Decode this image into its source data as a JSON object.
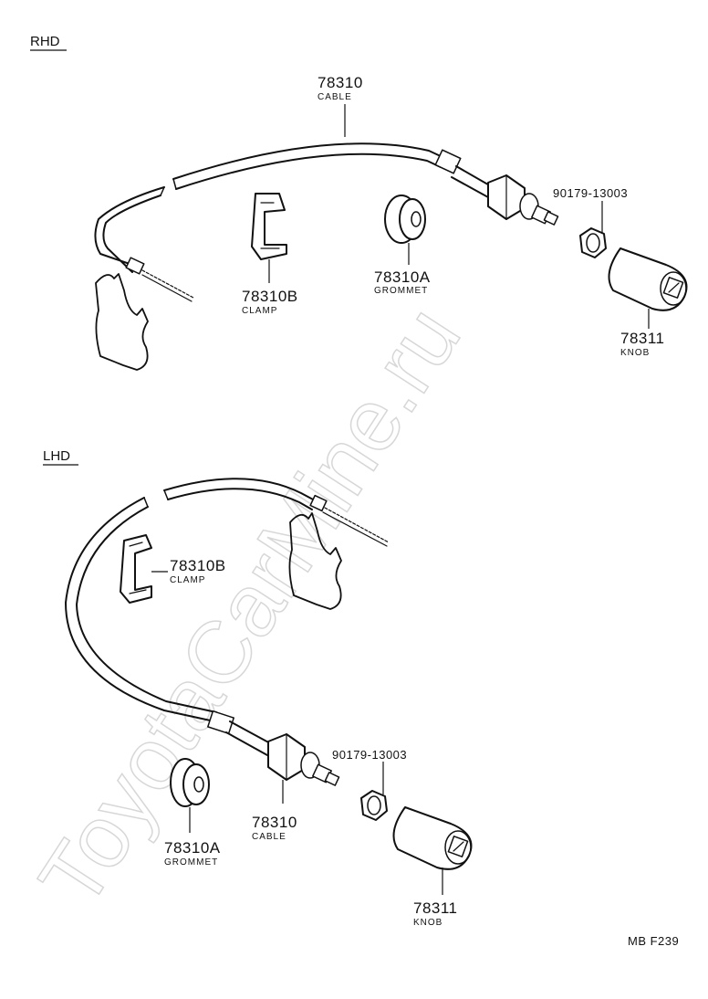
{
  "watermark": "ToyotaCarMine.ru",
  "diagram_code": "MB F239",
  "sections": {
    "rhd": {
      "title": "RHD",
      "cable": {
        "part_no": "78310",
        "name": "CABLE"
      },
      "clamp": {
        "part_no": "78310B",
        "name": "CLAMP"
      },
      "grommet": {
        "part_no": "78310A",
        "name": "GROMMET"
      },
      "nut": {
        "part_no": "90179-13003"
      },
      "knob": {
        "part_no": "78311",
        "name": "KNOB"
      }
    },
    "lhd": {
      "title": "LHD",
      "cable": {
        "part_no": "78310",
        "name": "CABLE"
      },
      "clamp": {
        "part_no": "78310B",
        "name": "CLAMP"
      },
      "grommet": {
        "part_no": "78310A",
        "name": "GROMMET"
      },
      "nut": {
        "part_no": "90179-13003"
      },
      "knob": {
        "part_no": "78311",
        "name": "KNOB"
      }
    }
  }
}
